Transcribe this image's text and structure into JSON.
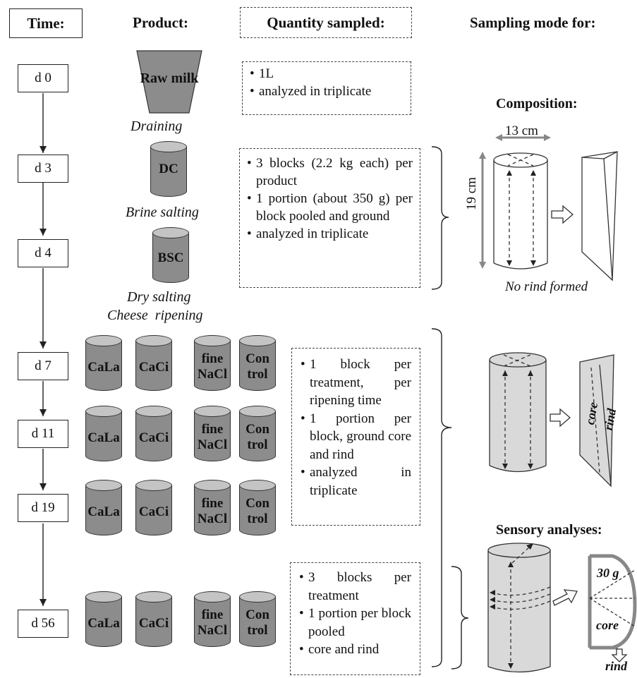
{
  "headers": {
    "time": "Time:",
    "product": "Product:",
    "quantity": "Quantity sampled:",
    "sampling": "Sampling mode for:"
  },
  "timepoints": [
    "d 0",
    "d 3",
    "d 4",
    "d 7",
    "d 11",
    "d 19",
    "d 56"
  ],
  "products": {
    "raw_milk": "Raw milk",
    "dc": "DC",
    "bsc": "BSC",
    "draining": "Draining",
    "brine_salting": "Brine salting",
    "dry_salting": "Dry salting",
    "cheese_ripening": "Cheese  ripening"
  },
  "treatments": {
    "cala": "CaLa",
    "caci": "CaCi",
    "fine_1": "fine",
    "fine_2": "NaCl",
    "control_1": "Con",
    "control_2": "trol"
  },
  "quantity_boxes": {
    "box1": [
      "1L",
      "analyzed in triplicate"
    ],
    "box2": [
      "3 blocks (2.2 kg each) per product",
      "1 portion (about 350 g) per block pooled and ground",
      "analyzed in triplicate"
    ],
    "box3": [
      "1 block per treatment, per ripening time",
      "1 portion per block, ground core and rind",
      "analyzed in triplicate"
    ],
    "box4": [
      "3 blocks per treatment",
      "1 portion per block pooled",
      "core and rind"
    ]
  },
  "composition": {
    "title": "Composition:",
    "width_label": "13 cm",
    "height_label": "19 cm",
    "no_rind": "No rind formed",
    "core": "core",
    "rind": "rind"
  },
  "sensory": {
    "title": "Sensory analyses:",
    "grams": "30 g",
    "core": "core",
    "rind": "rind"
  },
  "colors": {
    "cylinder_body": "#8c8c8c",
    "cylinder_top": "#c4c4c4",
    "light_block": "#d9d9d9",
    "arrow_gray": "#8a8a8a"
  }
}
